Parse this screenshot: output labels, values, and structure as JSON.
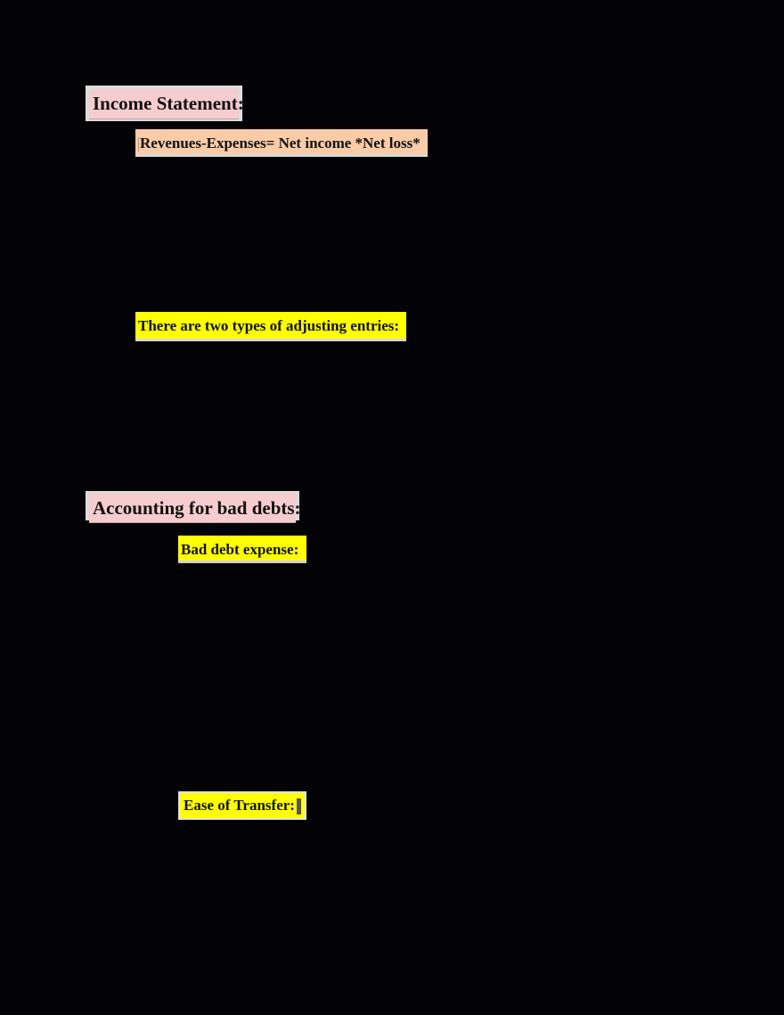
{
  "document": {
    "sections": [
      {
        "heading": "Income Statement:",
        "highlight_color": "#f6cccf",
        "items": [
          {
            "text": "Revenues-Expenses= Net income *Net loss*",
            "highlight_color": "#f9cba6"
          },
          {
            "text": "There are two types of adjusting entries:",
            "highlight_color": "#ffff00"
          }
        ]
      },
      {
        "heading": "Accounting for bad debts:",
        "highlight_color": "#f6cccf",
        "items": [
          {
            "text": "Bad debt expense:",
            "highlight_color": "#ffff00"
          },
          {
            "text": "Ease of Transfer:",
            "highlight_color": "#ffff00"
          }
        ]
      }
    ]
  },
  "colors": {
    "page_background": "#030204",
    "heading_frame": "#dcdcdc",
    "text": "#111111"
  }
}
